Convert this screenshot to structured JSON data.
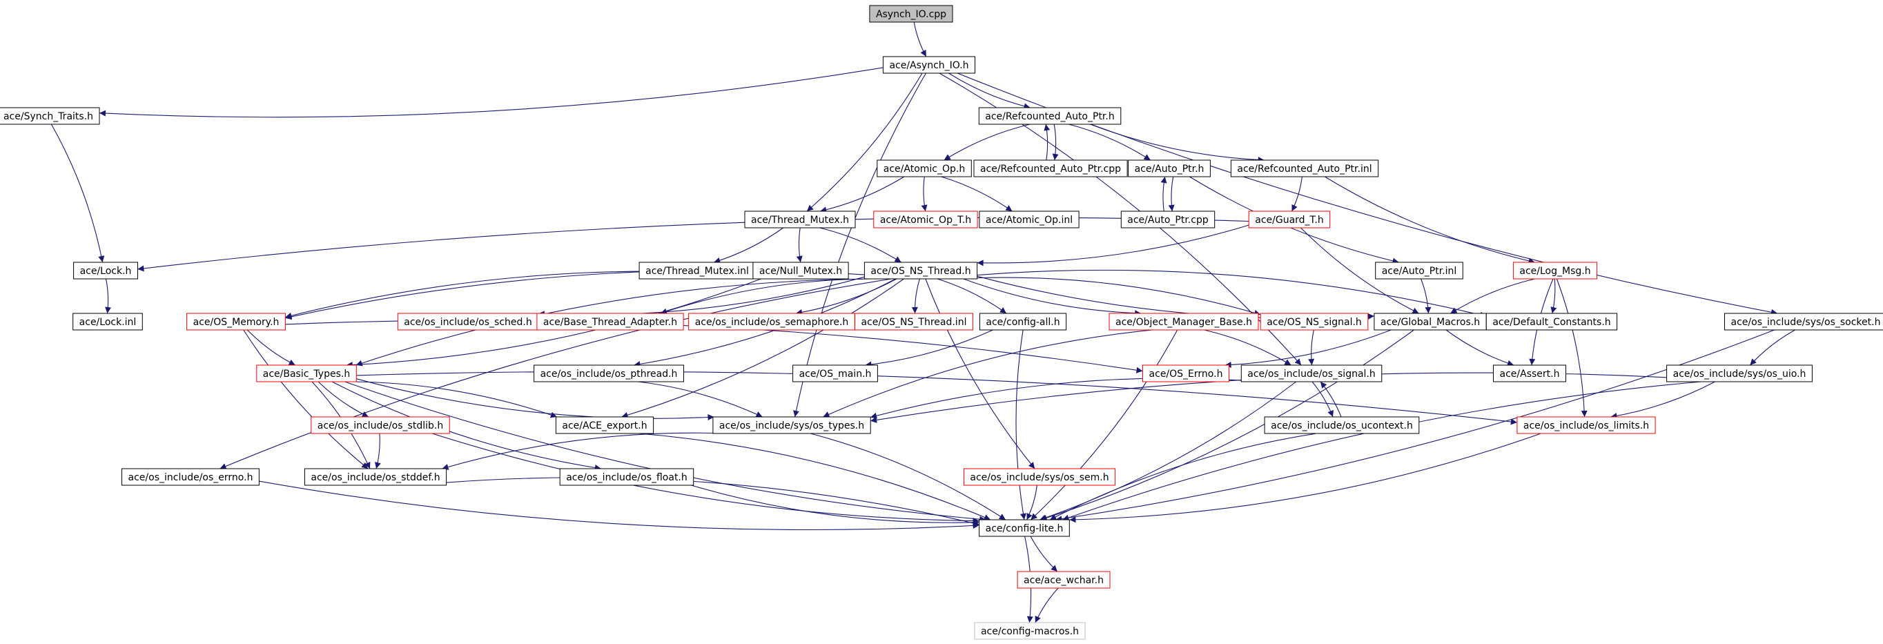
{
  "graph": {
    "colors": {
      "root_fill": "#bfbfbf",
      "node_fill": "#ffffff",
      "normal_border": "#000000",
      "red_border": "#ff0000",
      "gray_border": "#bfbfbf",
      "edge": "#191970",
      "text": "#000000"
    },
    "nodes": [
      {
        "id": "asynch_io_cpp",
        "label": "Asynch_IO.cpp",
        "style": "root"
      },
      {
        "id": "asynch_io_h",
        "label": "ace/Asynch_IO.h",
        "style": "normal"
      },
      {
        "id": "synch_traits_h",
        "label": "ace/Synch_Traits.h",
        "style": "normal"
      },
      {
        "id": "refcounted_auto_ptr_h",
        "label": "ace/Refcounted_Auto_Ptr.h",
        "style": "normal"
      },
      {
        "id": "atomic_op_h",
        "label": "ace/Atomic_Op.h",
        "style": "normal"
      },
      {
        "id": "refcounted_auto_ptr_cpp",
        "label": "ace/Refcounted_Auto_Ptr.cpp",
        "style": "normal"
      },
      {
        "id": "auto_ptr_h",
        "label": "ace/Auto_Ptr.h",
        "style": "normal"
      },
      {
        "id": "refcounted_auto_ptr_inl",
        "label": "ace/Refcounted_Auto_Ptr.inl",
        "style": "normal"
      },
      {
        "id": "thread_mutex_h",
        "label": "ace/Thread_Mutex.h",
        "style": "normal"
      },
      {
        "id": "atomic_op_t_h",
        "label": "ace/Atomic_Op_T.h",
        "style": "red"
      },
      {
        "id": "atomic_op_inl",
        "label": "ace/Atomic_Op.inl",
        "style": "normal"
      },
      {
        "id": "auto_ptr_cpp",
        "label": "ace/Auto_Ptr.cpp",
        "style": "normal"
      },
      {
        "id": "guard_t_h",
        "label": "ace/Guard_T.h",
        "style": "red"
      },
      {
        "id": "lock_h",
        "label": "ace/Lock.h",
        "style": "normal"
      },
      {
        "id": "thread_mutex_inl",
        "label": "ace/Thread_Mutex.inl",
        "style": "normal"
      },
      {
        "id": "null_mutex_h",
        "label": "ace/Null_Mutex.h",
        "style": "normal"
      },
      {
        "id": "os_ns_thread_h",
        "label": "ace/OS_NS_Thread.h",
        "style": "normal"
      },
      {
        "id": "auto_ptr_inl",
        "label": "ace/Auto_Ptr.inl",
        "style": "normal"
      },
      {
        "id": "log_msg_h",
        "label": "ace/Log_Msg.h",
        "style": "red"
      },
      {
        "id": "lock_inl",
        "label": "ace/Lock.inl",
        "style": "normal"
      },
      {
        "id": "os_memory_h",
        "label": "ace/OS_Memory.h",
        "style": "red"
      },
      {
        "id": "os_sched_h",
        "label": "ace/os_include/os_sched.h",
        "style": "red"
      },
      {
        "id": "base_thread_adapter_h",
        "label": "ace/Base_Thread_Adapter.h",
        "style": "red"
      },
      {
        "id": "os_semaphore_h",
        "label": "ace/os_include/os_semaphore.h",
        "style": "red"
      },
      {
        "id": "os_ns_thread_inl",
        "label": "ace/OS_NS_Thread.inl",
        "style": "red"
      },
      {
        "id": "config_all_h",
        "label": "ace/config-all.h",
        "style": "normal"
      },
      {
        "id": "object_manager_base_h",
        "label": "ace/Object_Manager_Base.h",
        "style": "red"
      },
      {
        "id": "os_ns_signal_h",
        "label": "ace/OS_NS_signal.h",
        "style": "red"
      },
      {
        "id": "global_macros_h",
        "label": "ace/Global_Macros.h",
        "style": "normal"
      },
      {
        "id": "default_constants_h",
        "label": "ace/Default_Constants.h",
        "style": "normal"
      },
      {
        "id": "os_socket_h",
        "label": "ace/os_include/sys/os_socket.h",
        "style": "normal"
      },
      {
        "id": "basic_types_h",
        "label": "ace/Basic_Types.h",
        "style": "red"
      },
      {
        "id": "os_pthread_h",
        "label": "ace/os_include/os_pthread.h",
        "style": "normal"
      },
      {
        "id": "os_main_h",
        "label": "ace/OS_main.h",
        "style": "normal"
      },
      {
        "id": "os_errno_big_h",
        "label": "ace/OS_Errno.h",
        "style": "red"
      },
      {
        "id": "os_signal_h",
        "label": "ace/os_include/os_signal.h",
        "style": "normal"
      },
      {
        "id": "assert_h",
        "label": "ace/Assert.h",
        "style": "normal"
      },
      {
        "id": "os_uio_h",
        "label": "ace/os_include/sys/os_uio.h",
        "style": "normal"
      },
      {
        "id": "os_stdlib_h",
        "label": "ace/os_include/os_stdlib.h",
        "style": "red"
      },
      {
        "id": "ace_export_h",
        "label": "ace/ACE_export.h",
        "style": "normal"
      },
      {
        "id": "os_types_h",
        "label": "ace/os_include/sys/os_types.h",
        "style": "normal"
      },
      {
        "id": "os_ucontext_h",
        "label": "ace/os_include/os_ucontext.h",
        "style": "normal"
      },
      {
        "id": "os_limits_h",
        "label": "ace/os_include/os_limits.h",
        "style": "red"
      },
      {
        "id": "os_errno_h",
        "label": "ace/os_include/os_errno.h",
        "style": "normal"
      },
      {
        "id": "os_stddef_h",
        "label": "ace/os_include/os_stddef.h",
        "style": "normal"
      },
      {
        "id": "os_float_h",
        "label": "ace/os_include/os_float.h",
        "style": "normal"
      },
      {
        "id": "os_sem_h",
        "label": "ace/os_include/sys/os_sem.h",
        "style": "red"
      },
      {
        "id": "config_lite_h",
        "label": "ace/config-lite.h",
        "style": "normal"
      },
      {
        "id": "ace_wchar_h",
        "label": "ace/ace_wchar.h",
        "style": "red"
      },
      {
        "id": "config_macros_h",
        "label": "ace/config-macros.h",
        "style": "gray"
      }
    ],
    "edges": [
      [
        "asynch_io_cpp",
        "asynch_io_h"
      ],
      [
        "asynch_io_h",
        "synch_traits_h"
      ],
      [
        "asynch_io_h",
        "refcounted_auto_ptr_h"
      ],
      [
        "asynch_io_h",
        "thread_mutex_h"
      ],
      [
        "asynch_io_h",
        "os_types_h"
      ],
      [
        "asynch_io_h",
        "os_signal_h"
      ],
      [
        "asynch_io_h",
        "os_socket_h"
      ],
      [
        "synch_traits_h",
        "lock_h"
      ],
      [
        "refcounted_auto_ptr_h",
        "atomic_op_h"
      ],
      [
        "refcounted_auto_ptr_h",
        "refcounted_auto_ptr_cpp"
      ],
      [
        "refcounted_auto_ptr_cpp",
        "refcounted_auto_ptr_h"
      ],
      [
        "refcounted_auto_ptr_h",
        "auto_ptr_h"
      ],
      [
        "refcounted_auto_ptr_h",
        "refcounted_auto_ptr_inl"
      ],
      [
        "atomic_op_h",
        "thread_mutex_h"
      ],
      [
        "atomic_op_h",
        "atomic_op_t_h"
      ],
      [
        "atomic_op_h",
        "atomic_op_inl"
      ],
      [
        "auto_ptr_h",
        "auto_ptr_cpp"
      ],
      [
        "auto_ptr_cpp",
        "auto_ptr_h"
      ],
      [
        "auto_ptr_h",
        "auto_ptr_inl"
      ],
      [
        "refcounted_auto_ptr_inl",
        "guard_t_h"
      ],
      [
        "refcounted_auto_ptr_inl",
        "log_msg_h"
      ],
      [
        "thread_mutex_h",
        "thread_mutex_inl"
      ],
      [
        "thread_mutex_h",
        "null_mutex_h"
      ],
      [
        "thread_mutex_h",
        "os_ns_thread_h"
      ],
      [
        "guard_t_h",
        "lock_h"
      ],
      [
        "guard_t_h",
        "os_ns_thread_h"
      ],
      [
        "guard_t_h",
        "global_macros_h"
      ],
      [
        "lock_h",
        "lock_inl"
      ],
      [
        "null_mutex_h",
        "os_memory_h"
      ],
      [
        "null_mutex_h",
        "basic_types_h"
      ],
      [
        "os_ns_thread_h",
        "os_memory_h"
      ],
      [
        "os_ns_thread_h",
        "os_sched_h"
      ],
      [
        "os_ns_thread_h",
        "base_thread_adapter_h"
      ],
      [
        "os_ns_thread_h",
        "os_semaphore_h"
      ],
      [
        "os_ns_thread_h",
        "os_ns_thread_inl"
      ],
      [
        "os_ns_thread_h",
        "config_all_h"
      ],
      [
        "os_ns_thread_h",
        "object_manager_base_h"
      ],
      [
        "os_ns_thread_h",
        "os_ns_signal_h"
      ],
      [
        "os_ns_thread_h",
        "global_macros_h"
      ],
      [
        "os_ns_thread_h",
        "default_constants_h"
      ],
      [
        "os_ns_thread_h",
        "basic_types_h"
      ],
      [
        "os_ns_thread_h",
        "os_pthread_h"
      ],
      [
        "os_ns_thread_h",
        "os_errno_h"
      ],
      [
        "os_ns_thread_h",
        "ace_export_h"
      ],
      [
        "os_ns_thread_h",
        "os_sem_h"
      ],
      [
        "auto_ptr_inl",
        "global_macros_h"
      ],
      [
        "log_msg_h",
        "global_macros_h"
      ],
      [
        "log_msg_h",
        "default_constants_h"
      ],
      [
        "log_msg_h",
        "assert_h"
      ],
      [
        "log_msg_h",
        "os_limits_h"
      ],
      [
        "os_memory_h",
        "basic_types_h"
      ],
      [
        "os_memory_h",
        "os_errno_big_h"
      ],
      [
        "os_memory_h",
        "os_stddef_h"
      ],
      [
        "config_all_h",
        "os_main_h"
      ],
      [
        "config_all_h",
        "config_lite_h"
      ],
      [
        "object_manager_base_h",
        "os_signal_h"
      ],
      [
        "object_manager_base_h",
        "os_types_h"
      ],
      [
        "object_manager_base_h",
        "config_lite_h"
      ],
      [
        "os_ns_signal_h",
        "os_signal_h"
      ],
      [
        "global_macros_h",
        "os_errno_big_h"
      ],
      [
        "global_macros_h",
        "assert_h"
      ],
      [
        "global_macros_h",
        "config_lite_h"
      ],
      [
        "os_socket_h",
        "os_uio_h"
      ],
      [
        "os_socket_h",
        "config_lite_h"
      ],
      [
        "basic_types_h",
        "os_stdlib_h"
      ],
      [
        "basic_types_h",
        "ace_export_h"
      ],
      [
        "basic_types_h",
        "os_types_h"
      ],
      [
        "basic_types_h",
        "os_limits_h"
      ],
      [
        "basic_types_h",
        "os_float_h"
      ],
      [
        "basic_types_h",
        "os_stddef_h"
      ],
      [
        "basic_types_h",
        "config_lite_h"
      ],
      [
        "os_pthread_h",
        "os_types_h"
      ],
      [
        "os_signal_h",
        "os_types_h"
      ],
      [
        "os_signal_h",
        "os_ucontext_h"
      ],
      [
        "os_ucontext_h",
        "os_signal_h"
      ],
      [
        "os_signal_h",
        "config_lite_h"
      ],
      [
        "os_uio_h",
        "os_types_h"
      ],
      [
        "os_uio_h",
        "os_limits_h"
      ],
      [
        "os_uio_h",
        "config_lite_h"
      ],
      [
        "os_stdlib_h",
        "os_stddef_h"
      ],
      [
        "os_stdlib_h",
        "config_lite_h"
      ],
      [
        "ace_export_h",
        "config_lite_h"
      ],
      [
        "os_types_h",
        "os_stddef_h"
      ],
      [
        "os_types_h",
        "config_lite_h"
      ],
      [
        "os_ucontext_h",
        "config_lite_h"
      ],
      [
        "os_limits_h",
        "config_lite_h"
      ],
      [
        "os_errno_h",
        "config_lite_h"
      ],
      [
        "os_stddef_h",
        "config_lite_h"
      ],
      [
        "os_float_h",
        "config_lite_h"
      ],
      [
        "os_sem_h",
        "config_lite_h"
      ],
      [
        "config_lite_h",
        "ace_wchar_h"
      ],
      [
        "config_lite_h",
        "config_macros_h"
      ],
      [
        "ace_wchar_h",
        "config_macros_h"
      ]
    ]
  }
}
